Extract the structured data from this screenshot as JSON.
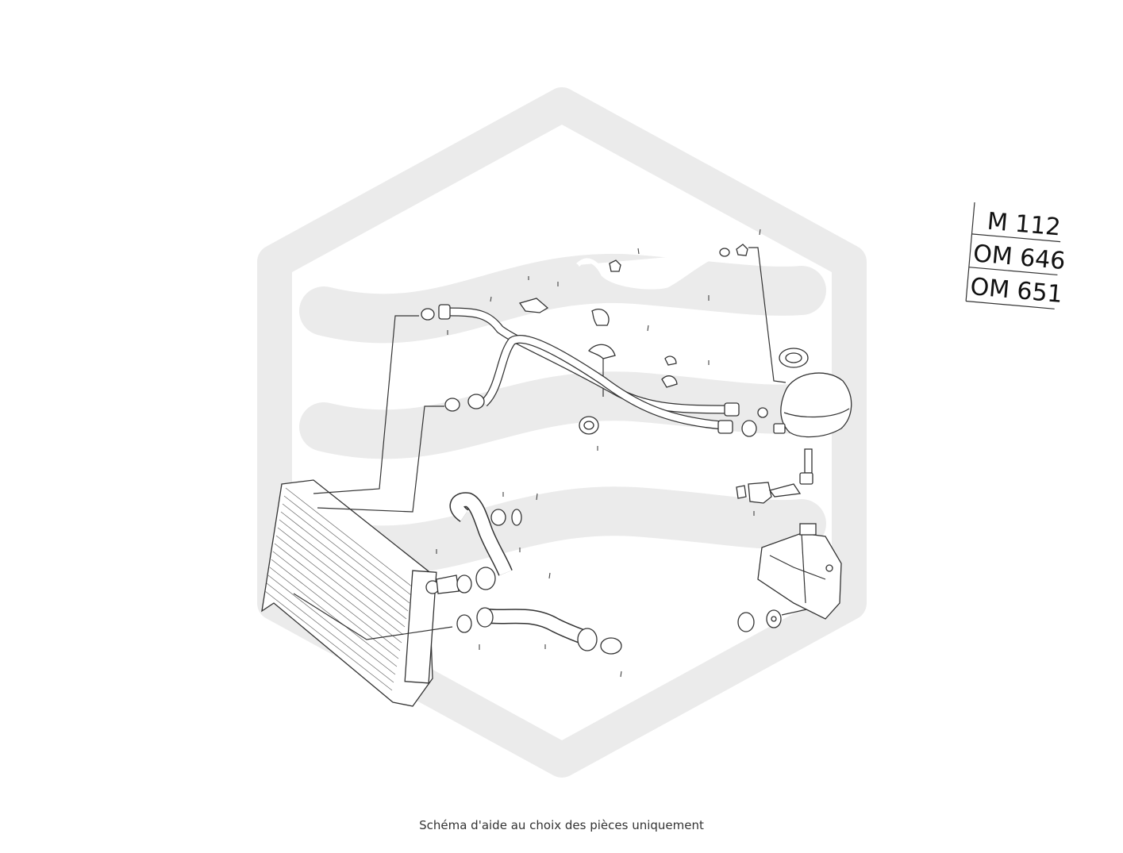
{
  "diagram": {
    "engine_codes": [
      "M 112",
      "OM 646",
      "OM 651"
    ],
    "caption": "Schéma d'aide au choix des pièces uniquement",
    "colors": {
      "watermark": "#ebebeb",
      "line": "#333333",
      "background": "#ffffff"
    }
  }
}
